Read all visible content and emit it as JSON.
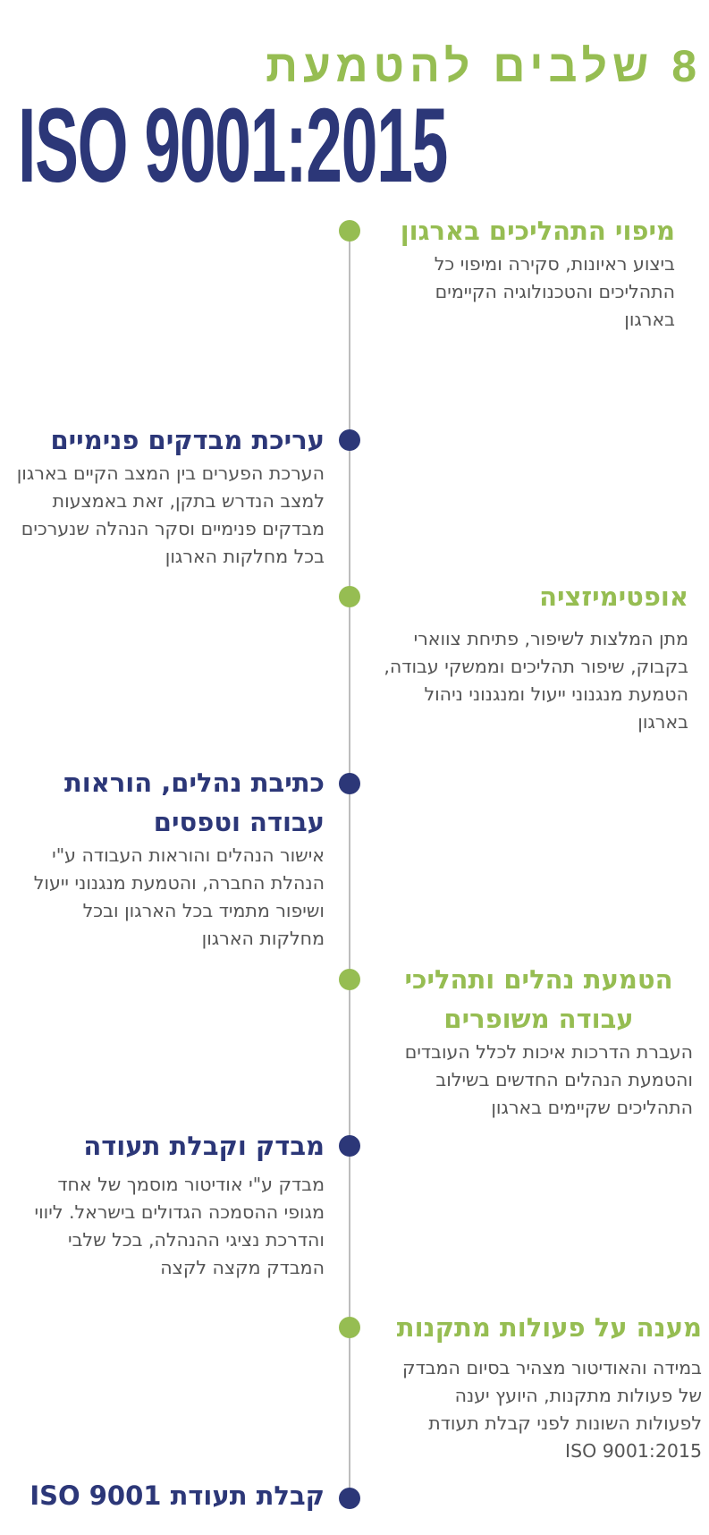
{
  "header": {
    "subtitle": "8 שלבים להטמעת",
    "title": "ISO 9001:2015"
  },
  "colors": {
    "green": "#96bd52",
    "blue": "#2c3778",
    "line": "#bdbdbd",
    "body_text": "#555555"
  },
  "steps": [
    {
      "heading": "מיפוי התהליכים בארגון",
      "body": "ביצוע ראיונות, סקירה ומיפוי כל התהליכים והטכנולוגיה הקיימים בארגון",
      "side": "right",
      "color": "green"
    },
    {
      "heading": "עריכת מבדקים פנימיים",
      "body": "הערכת הפערים בין המצב הקיים בארגון למצב הנדרש בתקן, זאת באמצעות מבדקים פנימיים וסקר הנהלה שנערכים בכל מחלקות הארגון",
      "side": "left",
      "color": "blue"
    },
    {
      "heading": "אופטימיזציה",
      "body": "מתן המלצות לשיפור, פתיחת צווארי בקבוק, שיפור תהליכים וממשקי עבודה, הטמעת מנגנוני ייעול ומנגנוני ניהול בארגון",
      "side": "right",
      "color": "green"
    },
    {
      "heading": "כתיבת נהלים, הוראות עבודה וטפסים",
      "body": "אישור הנהלים והוראות העבודה ע\"י הנהלת החברה, והטמעת מנגנוני ייעול ושיפור מתמיד בכל הארגון ובכל מחלקות הארגון",
      "side": "left",
      "color": "blue"
    },
    {
      "heading": "הטמעת נהלים ותהליכי עבודה משופרים",
      "body": "העברת הדרכות איכות לכלל העובדים והטמעת הנהלים החדשים בשילוב התהליכים שקיימים בארגון",
      "side": "right",
      "color": "green"
    },
    {
      "heading": "מבדק וקבלת תעודה",
      "body": "מבדק ע\"י אודיטור מוסמך של אחד מגופי ההסמכה הגדולים בישראל. ליווי והדרכת נציגי ההנהלה, בכל שלבי המבדק מקצה לקצה",
      "side": "left",
      "color": "blue"
    },
    {
      "heading": "מענה על פעולות מתקנות",
      "body": "במידה והאודיטור מצהיר בסיום המבדק של פעולות מתקנות, היועץ יענה לפעולות השונות לפני קבלת תעודת ISO 9001:2015",
      "side": "right",
      "color": "green"
    },
    {
      "heading": "קבלת תעודת ISO 9001",
      "body": "",
      "side": "left",
      "color": "blue"
    }
  ]
}
